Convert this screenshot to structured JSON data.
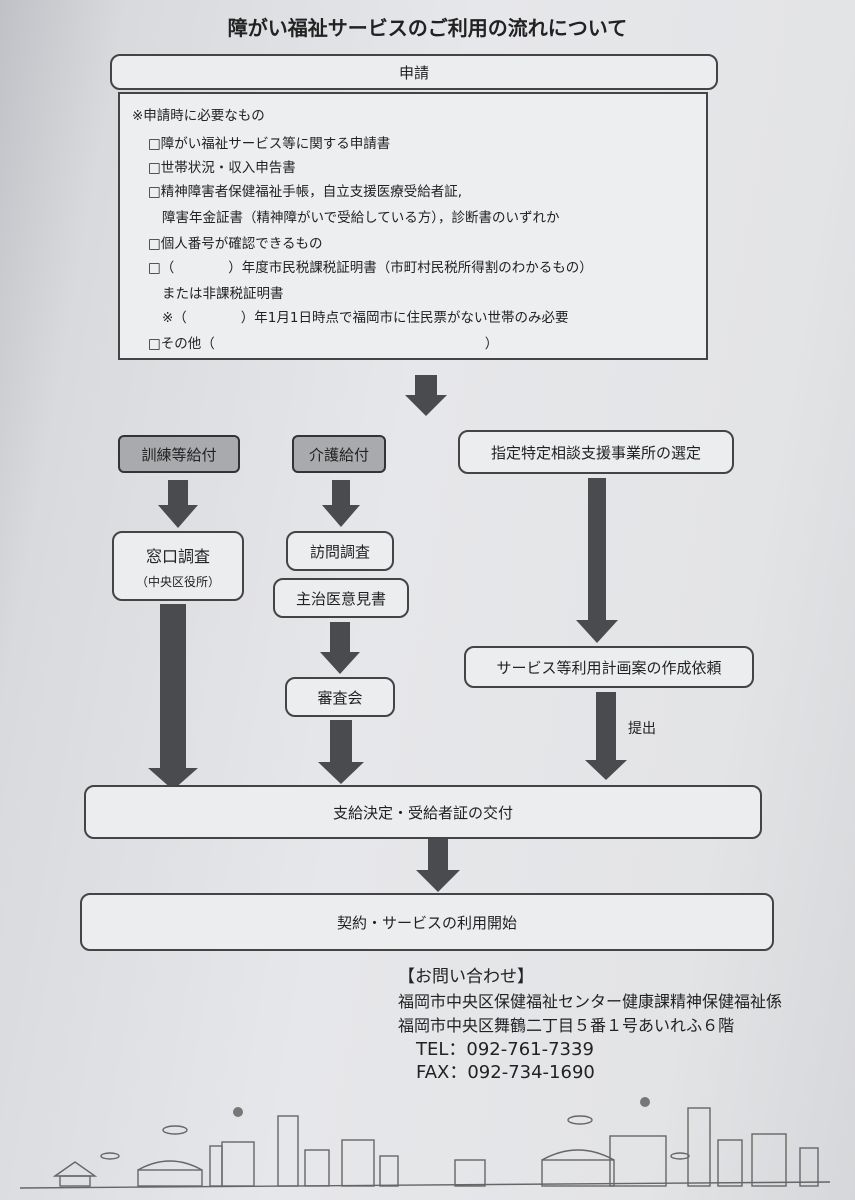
{
  "title": "障がい福祉サービスのご利用の流れについて",
  "apply": "申請",
  "requirements": {
    "heading": "※申請時に必要なもの",
    "lines": [
      "□障がい福祉サービス等に関する申請書",
      "□世帯状況・収入申告書",
      "□精神障害者保健福祉手帳，自立支援医療受給者証,",
      "障害年金証書（精神障がいで受給している方），診断書のいずれか",
      "□個人番号が確認できるもの",
      "□（　　　　）年度市民税課税証明書（市町村民税所得割のわかるもの）",
      "または非課税証明書",
      "※（　　　　）年1月1日時点で福岡市に住民票がない世帯のみ必要",
      "□その他（　　　　　　　　　　　　　　　　　　　　）"
    ]
  },
  "flow": {
    "kunren": "訓練等給付",
    "kaigo": "介護給付",
    "shitei": "指定特定相談支援事業所の選定",
    "madoguchi": "窓口調査",
    "madoguchi_sub": "（中央区役所）",
    "houmon": "訪問調査",
    "shuji": "主治医意見書",
    "shinsa": "審査会",
    "service_plan": "サービス等利用計画案の作成依頼",
    "teishutsu": "提出",
    "kettei": "支給決定・受給者証の交付",
    "keiyaku": "契約・サービスの利用開始"
  },
  "contact": {
    "heading": "【お問い合わせ】",
    "org": "福岡市中央区保健福祉センター健康課精神保健福祉係",
    "address": "福岡市中央区舞鶴二丁目５番１号あいれふ６階",
    "tel": "TEL：092-761-7339",
    "fax": "FAX：092-734-1690"
  },
  "colors": {
    "arrow": "#4a4b4e",
    "gray_box": "#a8aaad"
  }
}
